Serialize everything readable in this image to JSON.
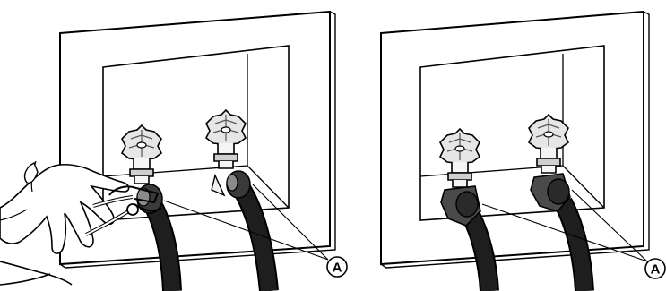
{
  "panels": [
    {
      "id": "left",
      "callout": "A",
      "shows_pliers": true,
      "coupling": "unscrewed"
    },
    {
      "id": "right",
      "callout": "A",
      "shows_pliers": false,
      "coupling": "attached"
    }
  ],
  "colors": {
    "line": "#000000",
    "hose": "#1e1e1e",
    "panel": "#ffffff"
  }
}
